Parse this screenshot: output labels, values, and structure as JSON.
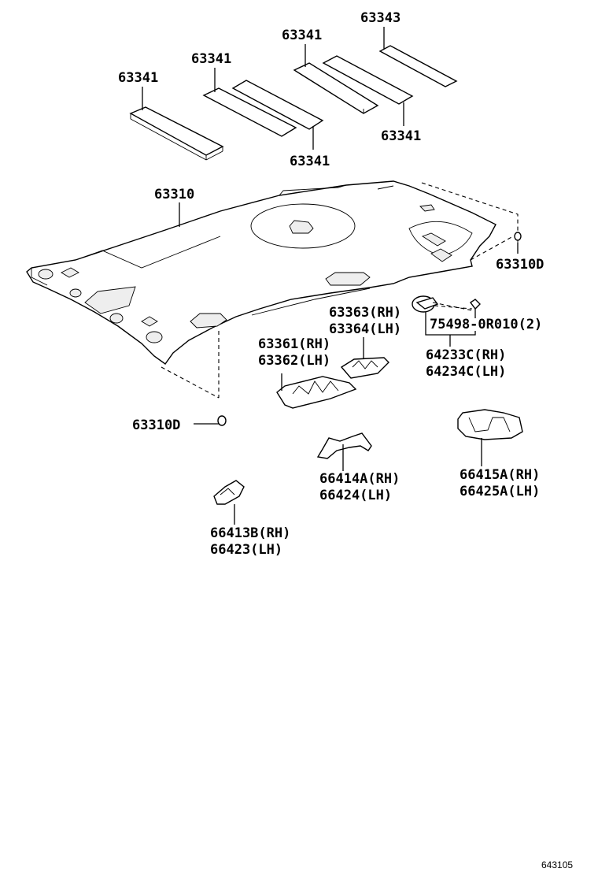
{
  "diagram": {
    "labels": {
      "p63343": "63343",
      "p63341_a": "63341",
      "p63341_b": "63341",
      "p63341_c": "63341",
      "p63341_d": "63341",
      "p63341_e": "63341",
      "p63310": "63310",
      "p63310D_right": "63310D",
      "p63310D_left": "63310D",
      "p63363": "63363(RH)",
      "p63364": "63364(LH)",
      "p75498": "75498-0R010(2)",
      "p63361": "63361(RH)",
      "p63362": "63362(LH)",
      "p64233C": "64233C(RH)",
      "p64234C": "64234C(LH)",
      "p66414A": "66414A(RH)",
      "p66424": "66424(LH)",
      "p66415A": "66415A(RH)",
      "p66425A": "66425A(LH)",
      "p66413B": "66413B(RH)",
      "p66423": "66423(LH)"
    },
    "figure_code": "643105"
  }
}
